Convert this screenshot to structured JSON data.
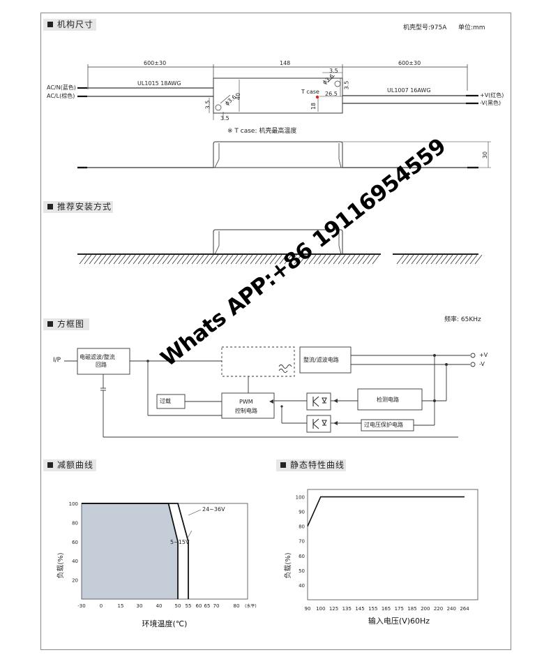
{
  "sections": {
    "dimensions": "机构尺寸",
    "install": "推荐安装方式",
    "block": "方框图",
    "derating": "减额曲线",
    "static": "静态特性曲线"
  },
  "mech": {
    "case_model": "机壳型号:975A",
    "unit": "单位:mm",
    "dim_left": "600±30",
    "dim_mid": "148",
    "dim_right": "600±30",
    "wire_in": "UL1015 18AWG",
    "wire_out": "UL1007 16AWG",
    "acn": "AC/N(蓝色)",
    "acl": "AC/L(棕色)",
    "vpos": "+V(红色)",
    "vneg": "-V(黑色)",
    "h40": "40",
    "h18": "18",
    "d35a": "3.5",
    "d35b": "3.5",
    "d35c": "3.5",
    "d35d": "3.5",
    "d265": "26.5",
    "phi_l": "ϕ3.6",
    "phi_r": "ϕ3.6",
    "tcase": "T case",
    "note": "※ T case: 机壳最高温度",
    "h30": "30"
  },
  "blockdiag": {
    "freq": "频率: 65KHz",
    "ip": "I/P",
    "emi_1": "电磁滤波/整流",
    "emi_2": "回路",
    "rect": "整流/滤波电路",
    "pwm_1": "PWM",
    "pwm_2": "控制电路",
    "detect": "检测电路",
    "ovp": "过电压保护电路",
    "ocp": "过载",
    "vpos": "+V",
    "vneg": "-V"
  },
  "watermark": "Whats APP:+86 19116954559",
  "chart_data": [
    {
      "type": "line",
      "ylabel": "负载(%)",
      "xlabel": "环境温度(℃)",
      "x_unit": "(水平)",
      "xticks": [
        "-30",
        "0",
        "15",
        "30",
        "40",
        "50",
        "55",
        "60",
        "65",
        "70",
        "80"
      ],
      "yticks": [
        "100",
        "80",
        "60",
        "40",
        "20"
      ],
      "series": [
        {
          "name": "24~36V",
          "x": [
            -30,
            50,
            55,
            55
          ],
          "y": [
            100,
            100,
            60,
            0
          ]
        },
        {
          "name": "5~15V",
          "x": [
            -30,
            45,
            50,
            50
          ],
          "y": [
            100,
            100,
            60,
            0
          ]
        }
      ]
    },
    {
      "type": "line",
      "ylabel": "负载(%)",
      "xlabel": "输入电压(V)60Hz",
      "xticks": [
        "90",
        "100",
        "125",
        "135",
        "145",
        "155",
        "165",
        "175",
        "185",
        "200",
        "220",
        "240",
        "264"
      ],
      "yticks": [
        "100",
        "90",
        "80",
        "70",
        "60",
        "50",
        "40"
      ],
      "series": [
        {
          "x": [
            90,
            100,
            264
          ],
          "y": [
            80,
            100,
            100
          ]
        }
      ]
    }
  ]
}
